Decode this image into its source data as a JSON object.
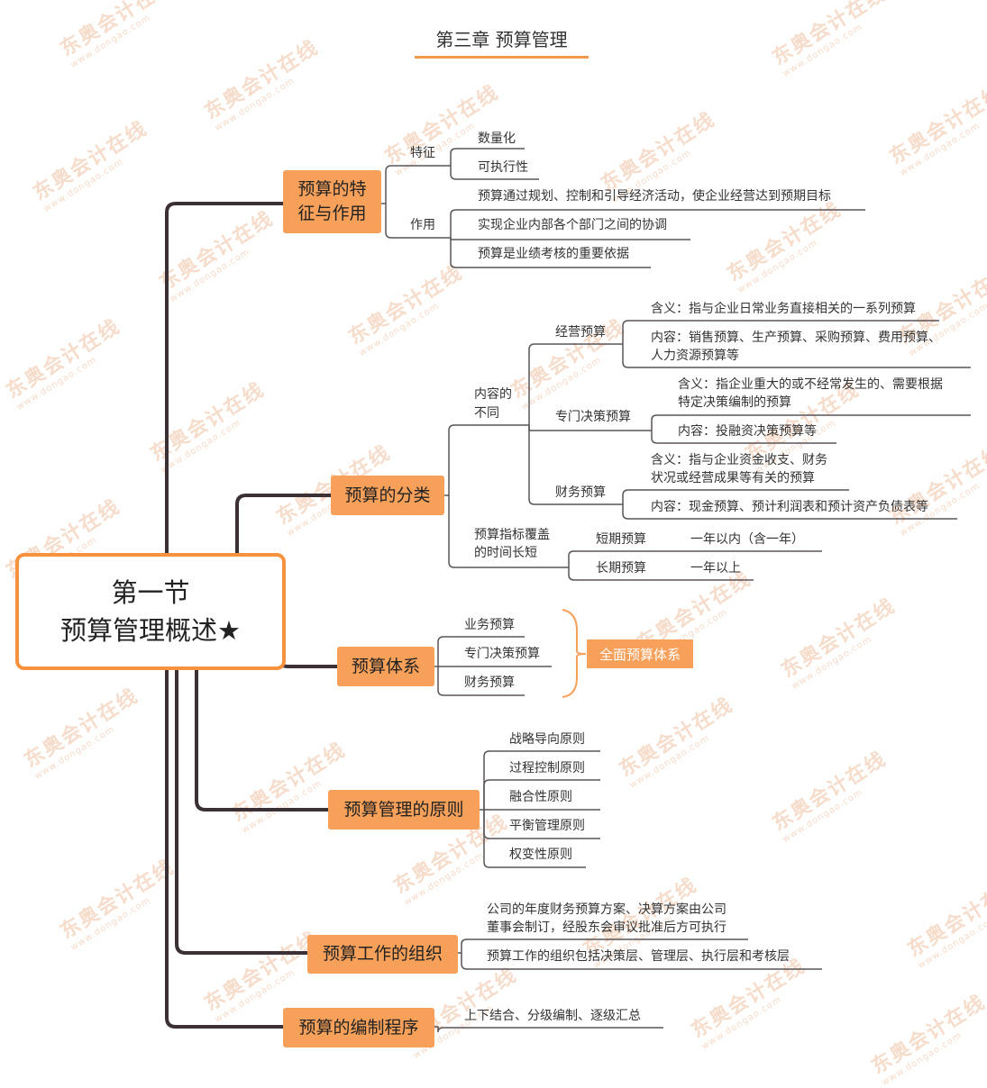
{
  "chapter_title": "第三章 预算管理",
  "root": {
    "line1": "第一节",
    "line2": "预算管理概述★"
  },
  "watermark": {
    "brand": "东奥会计在线",
    "url": "www.dongao.com"
  },
  "branches": {
    "features": {
      "title_l1": "预算的特",
      "title_l2": "征与作用",
      "tezheng": "特征",
      "tezheng_items": [
        "数量化",
        "可执行性"
      ],
      "zuoyong": "作用",
      "zuoyong_items": [
        "预算通过规划、控制和引导经济活动，使企业经营达到预期目标",
        "实现企业内部各个部门之间的协调",
        "预算是业绩考核的重要依据"
      ]
    },
    "classification": {
      "title": "预算的分类",
      "content_diff_l1": "内容的",
      "content_diff_l2": "不同",
      "operating": "经营预算",
      "operating_meaning": "含义：指与企业日常业务直接相关的一系列预算",
      "operating_content_l1": "内容：销售预算、生产预算、采购预算、费用预算、",
      "operating_content_l2": "人力资源预算等",
      "special": "专门决策预算",
      "special_meaning_l1": "含义：指企业重大的或不经常发生的、需要根据",
      "special_meaning_l2": "特定决策编制的预算",
      "special_content": "内容：投融资决策预算等",
      "financial": "财务预算",
      "financial_meaning_l1": "含义：指与企业资金收支、财务",
      "financial_meaning_l2": "状况或经营成果等有关的预算",
      "financial_content": "内容：现金预算、预计利润表和预计资产负债表等",
      "period_l1": "预算指标覆盖",
      "period_l2": "的时间长短",
      "short": "短期预算",
      "short_desc": "一年以内（含一年）",
      "long": "长期预算",
      "long_desc": "一年以上"
    },
    "system": {
      "title": "预算体系",
      "items": [
        "业务预算",
        "专门决策预算",
        "财务预算"
      ],
      "summary": "全面预算体系"
    },
    "principles": {
      "title": "预算管理的原则",
      "items": [
        "战略导向原则",
        "过程控制原则",
        "融合性原则",
        "平衡管理原则",
        "权变性原则"
      ]
    },
    "organization": {
      "title": "预算工作的组织",
      "item1_l1": "公司的年度财务预算方案、决算方案由公司",
      "item1_l2": "董事会制订，经股东会审议批准后方可执行",
      "item2": "预算工作的组织包括决策层、管理层、执行层和考核层"
    },
    "procedure": {
      "title": "预算的编制程序",
      "item": "上下结合、分级编制、逐级汇总"
    }
  }
}
